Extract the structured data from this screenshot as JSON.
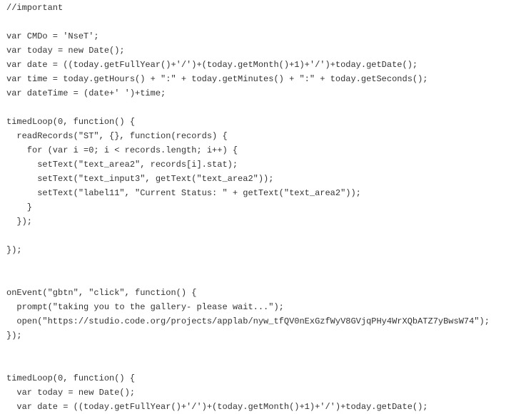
{
  "document": {
    "lines": [
      "//important",
      "",
      "var CMDo = 'NseT';",
      "var today = new Date();",
      "var date = ((today.getFullYear()+'/')+(today.getMonth()+1)+'/')+today.getDate();",
      "var time = today.getHours() + \":\" + today.getMinutes() + \":\" + today.getSeconds();",
      "var dateTime = (date+' ')+time;",
      "",
      "timedLoop(0, function() {",
      "  readRecords(\"ST\", {}, function(records) {",
      "    for (var i =0; i < records.length; i++) {",
      "      setText(\"text_area2\", records[i].stat);",
      "      setText(\"text_input3\", getText(\"text_area2\"));",
      "      setText(\"label11\", \"Current Status: \" + getText(\"text_area2\"));",
      "    }",
      "  });",
      "",
      "});",
      "",
      "",
      "onEvent(\"gbtn\", \"click\", function() {",
      "  prompt(\"taking you to the gallery- please wait...\");",
      "  open(\"https://studio.code.org/projects/applab/nyw_tfQV0nExGzfWyV8GVjqPHy4WrXQbATZ7yBwsW74\");",
      "});",
      "",
      "",
      "timedLoop(0, function() {",
      "  var today = new Date();",
      "  var date = ((today.getFullYear()+'/')+(today.getMonth()+1)+'/')+today.getDate();"
    ]
  }
}
